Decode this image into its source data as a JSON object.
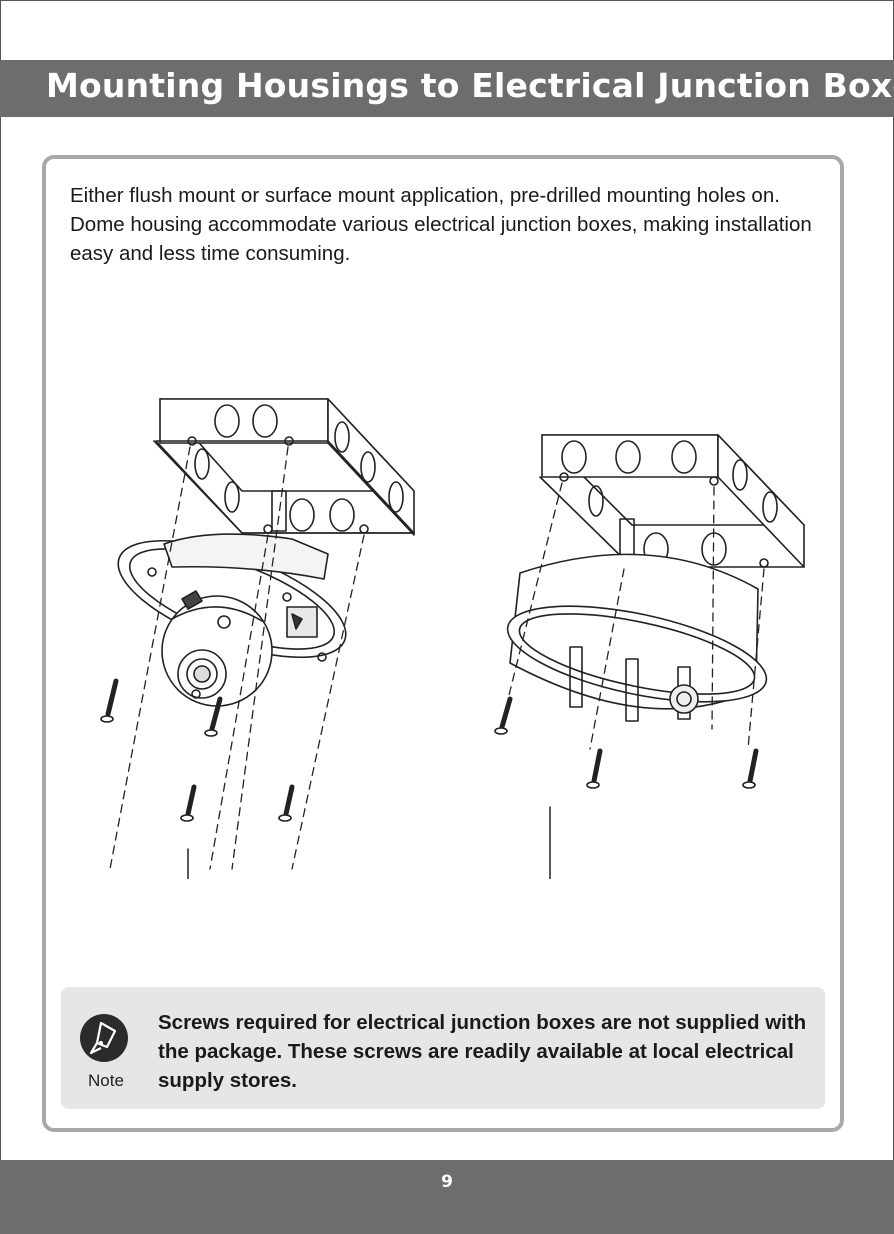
{
  "header": {
    "title": "Mounting Housings to Electrical Junction Boxes"
  },
  "intro": {
    "line1": "Either flush mount or surface mount application, pre-drilled mounting holes on.",
    "line2": "Dome housing accommodate various electrical junction boxes, making installation easy and less time consuming."
  },
  "note": {
    "label": "Note",
    "text": "Screws required for electrical junction boxes are not supplied with the package. These screws are readily available at local electrical supply stores.",
    "icon": "pen-nib-icon"
  },
  "footer": {
    "page_number": "9"
  },
  "colors": {
    "bar": "#6d6d6d",
    "frame": "#a8a8a8",
    "note_bg": "#e6e6e6"
  }
}
